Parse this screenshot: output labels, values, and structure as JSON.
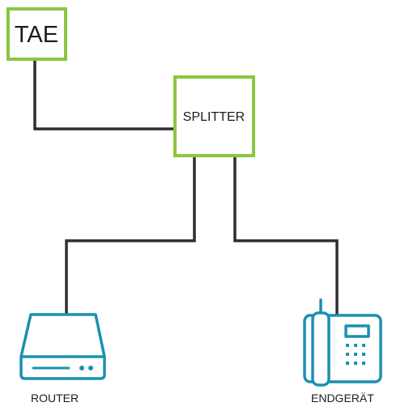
{
  "nodes": {
    "tae": {
      "label": "TAE"
    },
    "splitter": {
      "label": "SPLITTER"
    },
    "router": {
      "label": "ROUTER",
      "icon": "router-icon"
    },
    "endgeraet": {
      "label": "ENDGERÄT",
      "icon": "desk-phone-icon"
    }
  },
  "connections": [
    {
      "from": "tae",
      "to": "splitter"
    },
    {
      "from": "splitter",
      "to": "router"
    },
    {
      "from": "splitter",
      "to": "endgeraet"
    }
  ],
  "colors": {
    "box_border": "#8cc63f",
    "line": "#2b2f33",
    "icon": "#1a91b0",
    "text": "#1d1d1f"
  }
}
